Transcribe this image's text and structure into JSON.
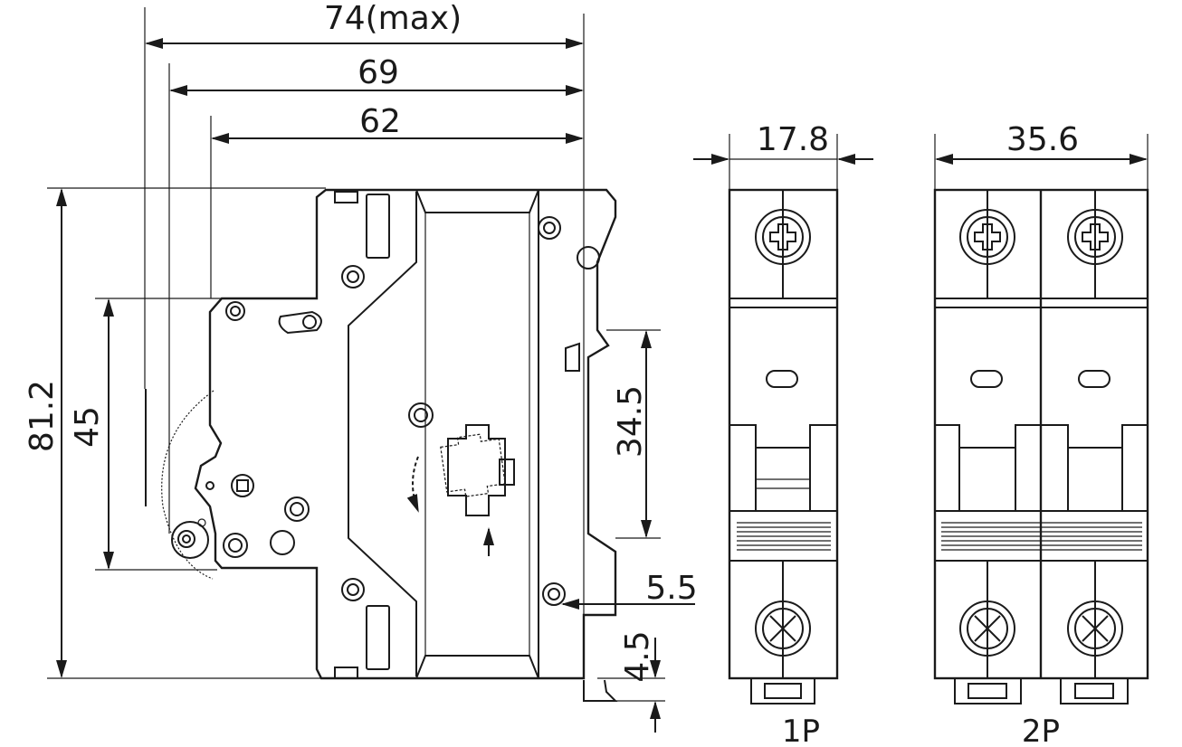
{
  "dimensions": {
    "overall_max": "74(max)",
    "width_69": "69",
    "width_62": "62",
    "height_total": "81.2",
    "height_45": "45",
    "rail_34_5": "34.5",
    "offset_5_5": "5.5",
    "offset_4_5": "4.5",
    "width_1p": "17.8",
    "width_2p": "35.6"
  },
  "labels": {
    "pole_1": "1P",
    "pole_2": "2P"
  },
  "icons": [
    "screw-terminal-icon",
    "toggle-handle-icon",
    "rotate-arrow-icon",
    "up-arrow-icon"
  ]
}
